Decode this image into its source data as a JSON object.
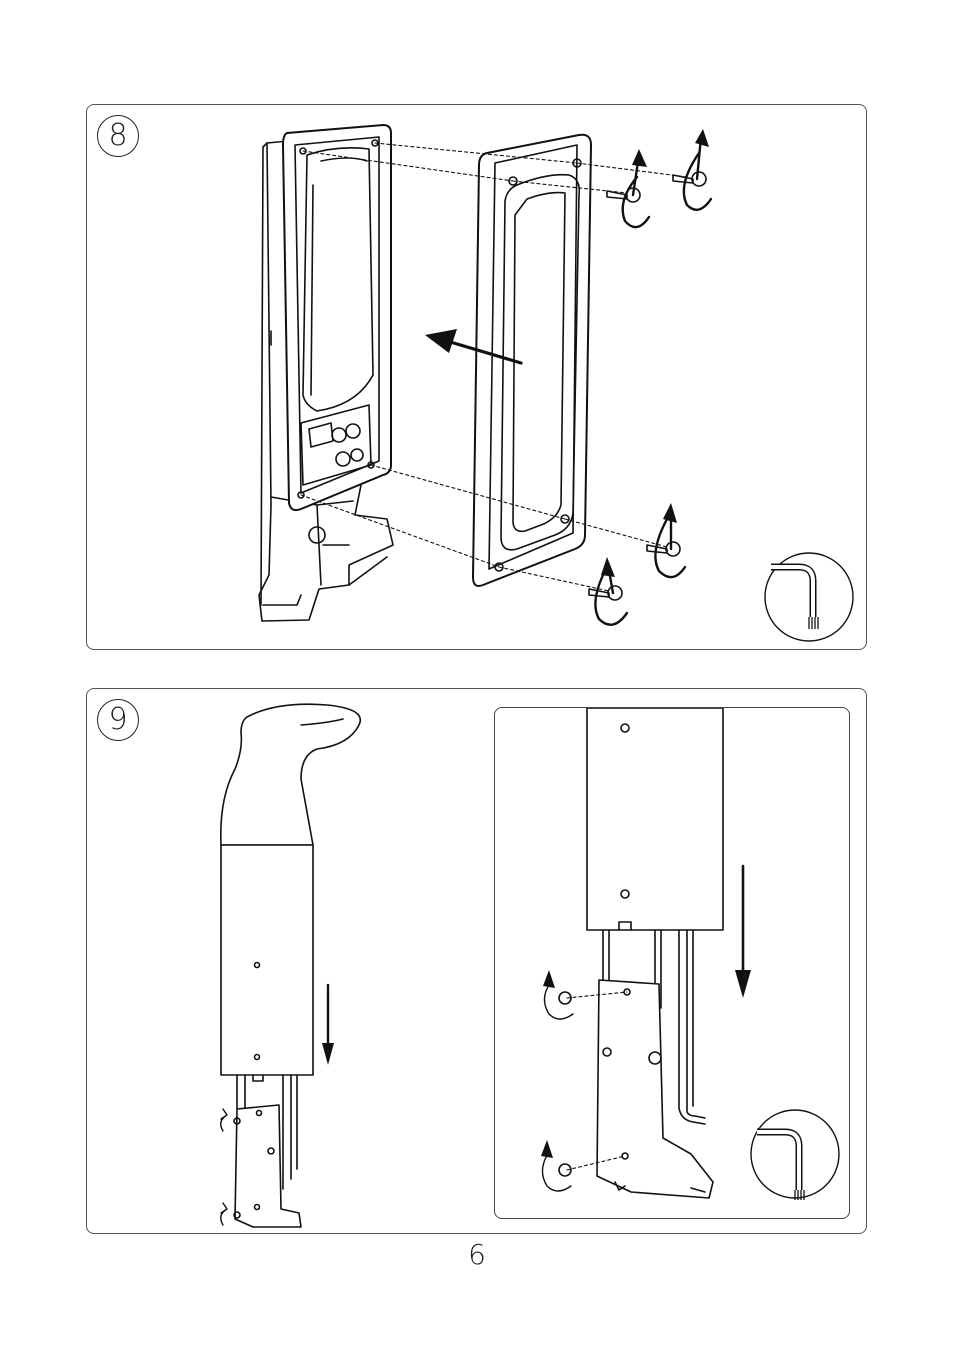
{
  "steps": [
    {
      "number": "8",
      "tool": "allen-key-icon"
    },
    {
      "number": "9",
      "tool": "allen-key-icon"
    }
  ],
  "page": {
    "number": "6"
  }
}
